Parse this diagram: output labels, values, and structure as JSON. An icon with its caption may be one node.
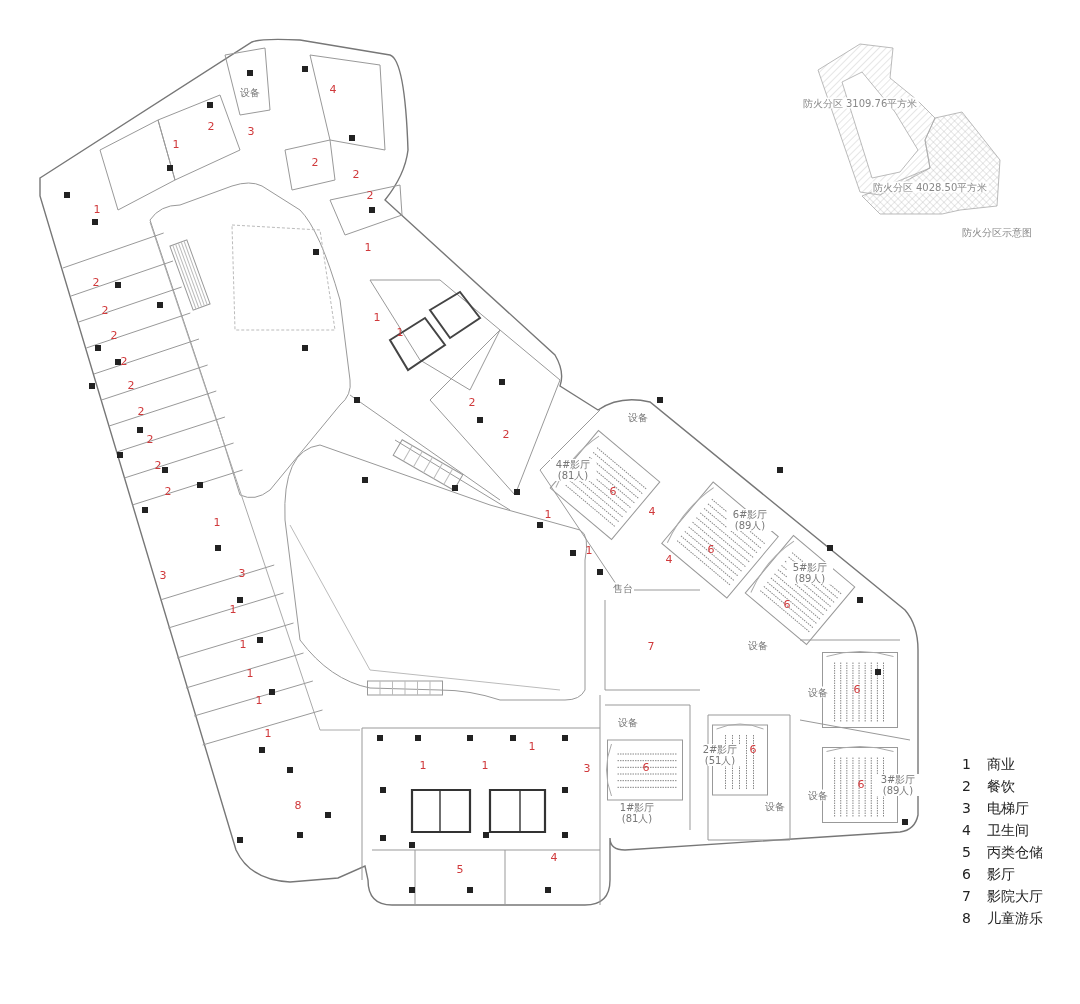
{
  "diagram": {
    "labels": [
      "防火分区 3109.76平方米",
      "防火分区 4028.50平方米",
      "防火分区示意图",
      "4",
      "设备",
      "2",
      "3",
      "1",
      "2",
      "2",
      "2",
      "1",
      "1",
      "2",
      "2",
      "1",
      "1",
      "2",
      "2",
      "2",
      "2",
      "2",
      "设备",
      "2",
      "2",
      "2",
      "4#影厅 (81人)",
      "6",
      "2",
      "4",
      "1",
      "6#影厅 (89人)",
      "1",
      "1",
      "4",
      "6",
      "5#影厅 (89人)",
      "3",
      "3",
      "售台",
      "6",
      "1",
      "设备",
      "1",
      "7",
      "1",
      "6",
      "设备",
      "1",
      "设备",
      "1",
      "1",
      "6",
      "2#影厅 (51人)",
      "1",
      "1",
      "3",
      "6",
      "6",
      "3#影厅 (89人)",
      "设备",
      "设备",
      "8",
      "1#影厅 (81人)",
      "4",
      "5"
    ],
    "legend": [
      {
        "text": "1 商业"
      },
      {
        "text": "2 餐饮"
      },
      {
        "text": "3 电梯厅"
      },
      {
        "text": "4 卫生间"
      },
      {
        "text": "5 丙类仓储"
      },
      {
        "text": "6 影厅"
      },
      {
        "text": "7 影院大厅"
      },
      {
        "text": "8 儿童游乐"
      }
    ]
  }
}
